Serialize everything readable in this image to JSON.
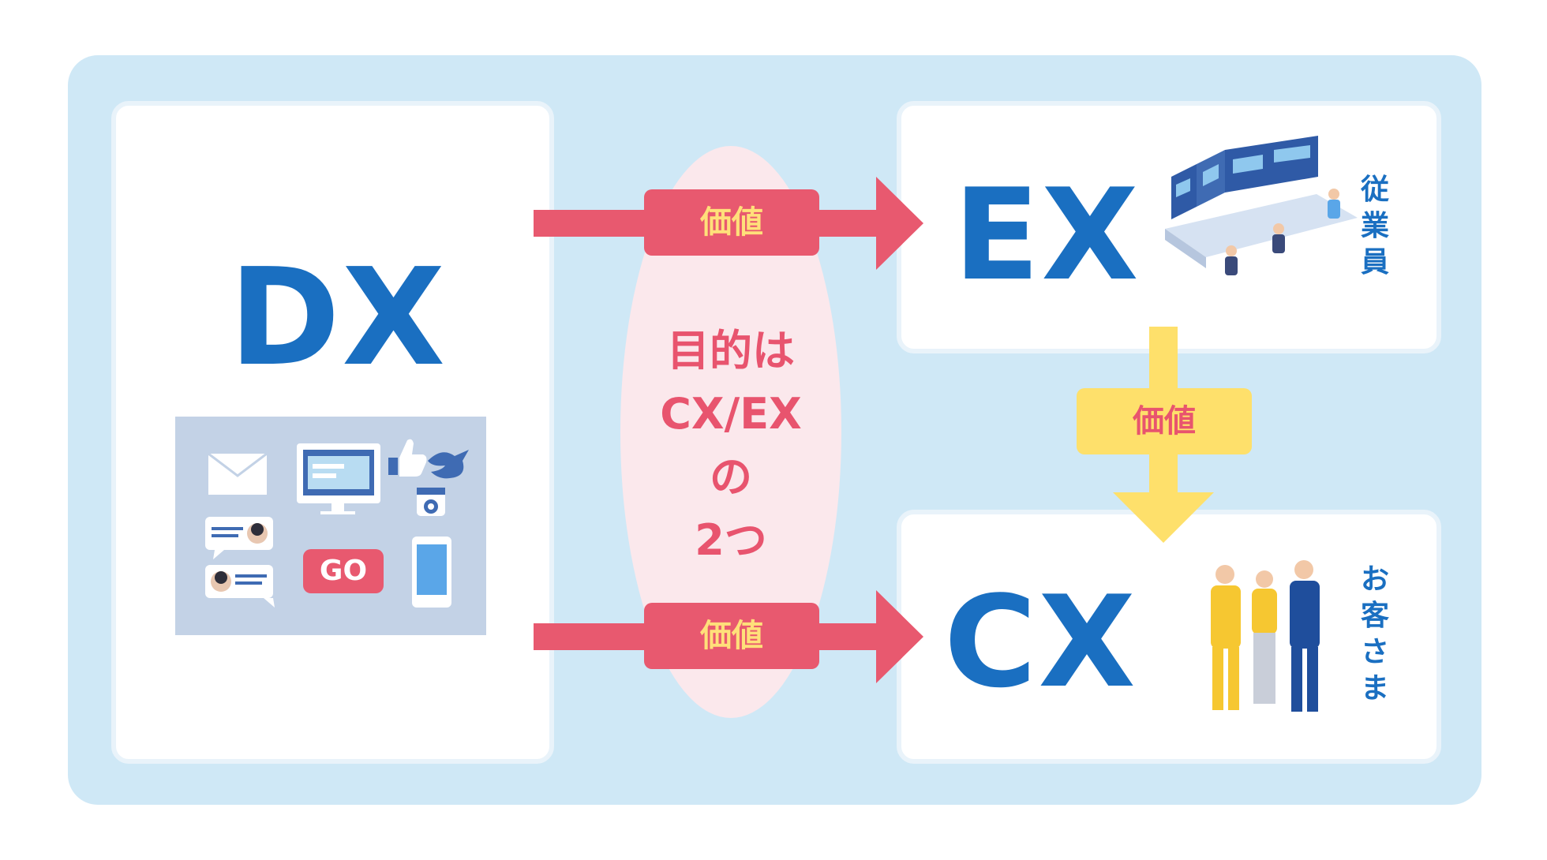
{
  "dx": {
    "label": "DX"
  },
  "ex": {
    "label": "EX",
    "role": "従業員"
  },
  "cx": {
    "label": "CX",
    "role": "お客さま"
  },
  "purpose": {
    "lines": [
      "目的は",
      "CX/EX",
      "の",
      "2つ"
    ]
  },
  "values": {
    "top": "価値",
    "bottom": "価値",
    "right": "価値"
  },
  "panel": {
    "go_button": "GO"
  },
  "colors": {
    "background": "#cfe8f6",
    "accent_blue": "#1a6fc1",
    "arrow_pink": "#e8596f",
    "arrow_yellow": "#fee06b",
    "ellipse": "#fbe8ec"
  },
  "icons": [
    "mail-icon",
    "monitor-icon",
    "thumbs-up-icon",
    "bird-icon",
    "camera-icon",
    "chat-bubble-icon",
    "smartphone-icon",
    "employees-illustration",
    "customers-illustration"
  ]
}
